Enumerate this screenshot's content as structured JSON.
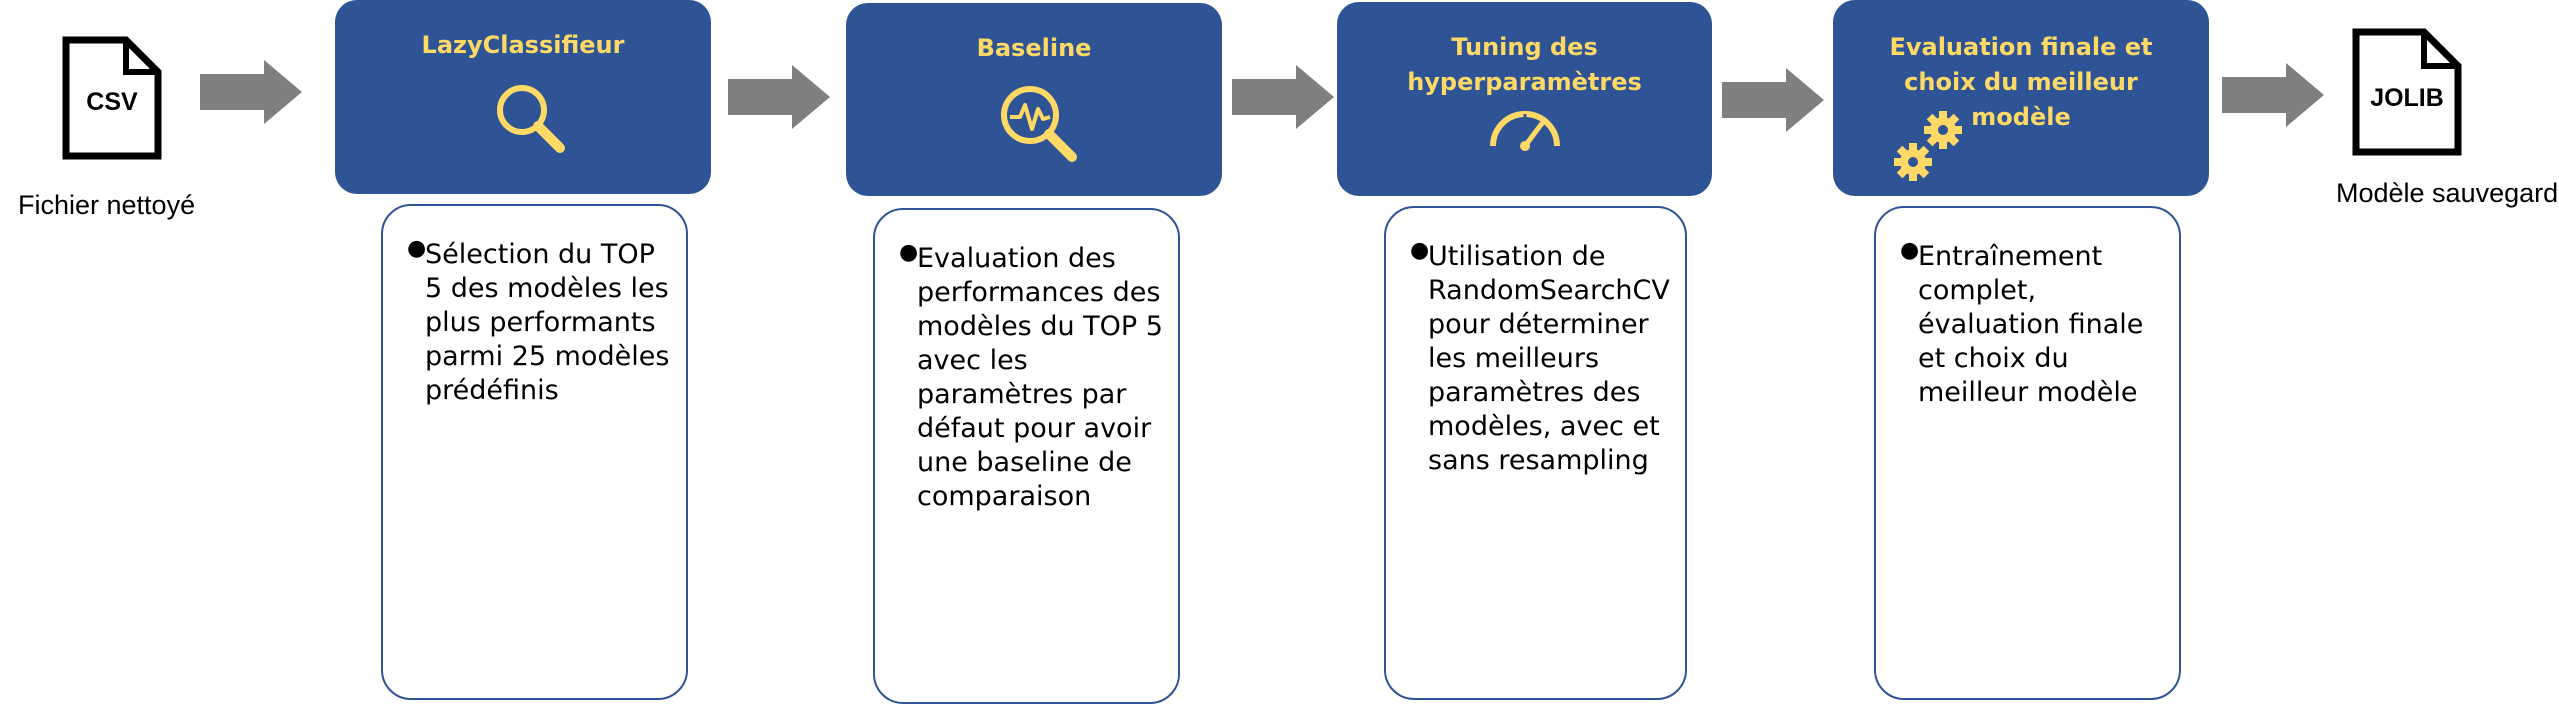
{
  "input_file": {
    "icon": "file-icon",
    "label": "CSV",
    "caption": "Fichier nettoyé"
  },
  "output_file": {
    "icon": "file-icon",
    "label": "JOLIB",
    "caption": "Modèle sauvegardé"
  },
  "stages": [
    {
      "title": "LazyClassifieur",
      "icon": "magnifier-icon",
      "description": "Sélection du TOP\n5 des modèles les\nplus performants\nparmi 25 modèles\nprédéfinis"
    },
    {
      "title": "Baseline",
      "icon": "magnifier-pulse-icon",
      "description": "Evaluation des\nperformances des\nmodèles du TOP 5\navec les\nparamètres par\ndéfaut pour avoir\nune baseline de\ncomparaison"
    },
    {
      "title": "Tuning des\nhyperparamètres",
      "icon": "speedometer-icon",
      "description": "Utilisation de\nRandomSearchCV\npour déterminer\nles meilleurs\nparamètres des\nmodèles, avec et\nsans resampling"
    },
    {
      "title": "Evaluation finale et\nchoix du meilleur\nmodèle",
      "icon": "gears-icon",
      "description": "Entraînement\ncomplet,\névaluation finale\net choix du\nmeilleur modèle"
    }
  ],
  "colors": {
    "stage_fill": "#2F5496",
    "stage_title": "#FFD966",
    "arrow": "#7F7F7F",
    "card_border": "#2F5496"
  }
}
